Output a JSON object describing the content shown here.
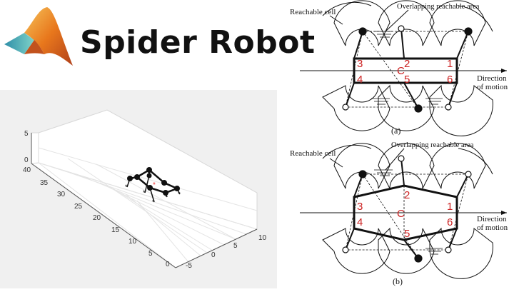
{
  "title": "Spider Robot",
  "logo": "matlab-membrane-logo",
  "plot": {
    "z_ticks": [
      "5",
      "0"
    ],
    "y_ticks": [
      "40",
      "35",
      "30",
      "25",
      "20",
      "15",
      "10",
      "5",
      "0"
    ],
    "x_ticks": [
      "-5",
      "0",
      "5",
      "10"
    ]
  },
  "diagram_a": {
    "reachable_cell": "Reachable cell",
    "overlapping_area": "Overlapping reachable area",
    "direction": "Direction",
    "of_motion": "of motion",
    "center": "C",
    "legs": [
      "1",
      "2",
      "3",
      "4",
      "5",
      "6"
    ],
    "caption": "(a)"
  },
  "diagram_b": {
    "reachable_cell": "Reachable cell",
    "overlapping_area": "Overlapping reachable area",
    "direction": "Direction",
    "of_motion": "of motion",
    "center": "C",
    "legs": [
      "1",
      "2",
      "3",
      "4",
      "5",
      "6"
    ],
    "caption": "(b)"
  },
  "colors": {
    "logo_orange": "#e8771c",
    "logo_teal": "#2aa6b6",
    "leg_label_red": "#cc2222",
    "panel_gray": "#f0f0f0"
  }
}
